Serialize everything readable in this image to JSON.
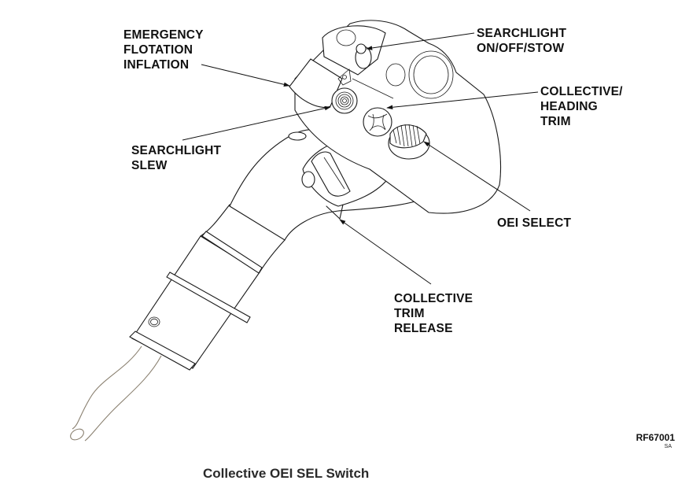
{
  "figure": {
    "title": "Collective OEI SEL Switch",
    "figure_id": "RF67001",
    "figure_sub": "SA"
  },
  "callouts": [
    {
      "id": "emergency-flotation-inflation",
      "lines": [
        "EMERGENCY",
        "FLOTATION",
        "INFLATION"
      ]
    },
    {
      "id": "searchlight-on-off-stow",
      "lines": [
        "SEARCHLIGHT",
        "ON/OFF/STOW"
      ]
    },
    {
      "id": "collective-heading-trim",
      "lines": [
        "COLLECTIVE/",
        "HEADING",
        "TRIM"
      ]
    },
    {
      "id": "searchlight-slew",
      "lines": [
        "SEARCHLIGHT",
        "SLEW"
      ]
    },
    {
      "id": "oei-select",
      "lines": [
        "OEI SELECT"
      ]
    },
    {
      "id": "collective-trim-release",
      "lines": [
        "COLLECTIVE",
        "TRIM",
        "RELEASE"
      ]
    }
  ]
}
